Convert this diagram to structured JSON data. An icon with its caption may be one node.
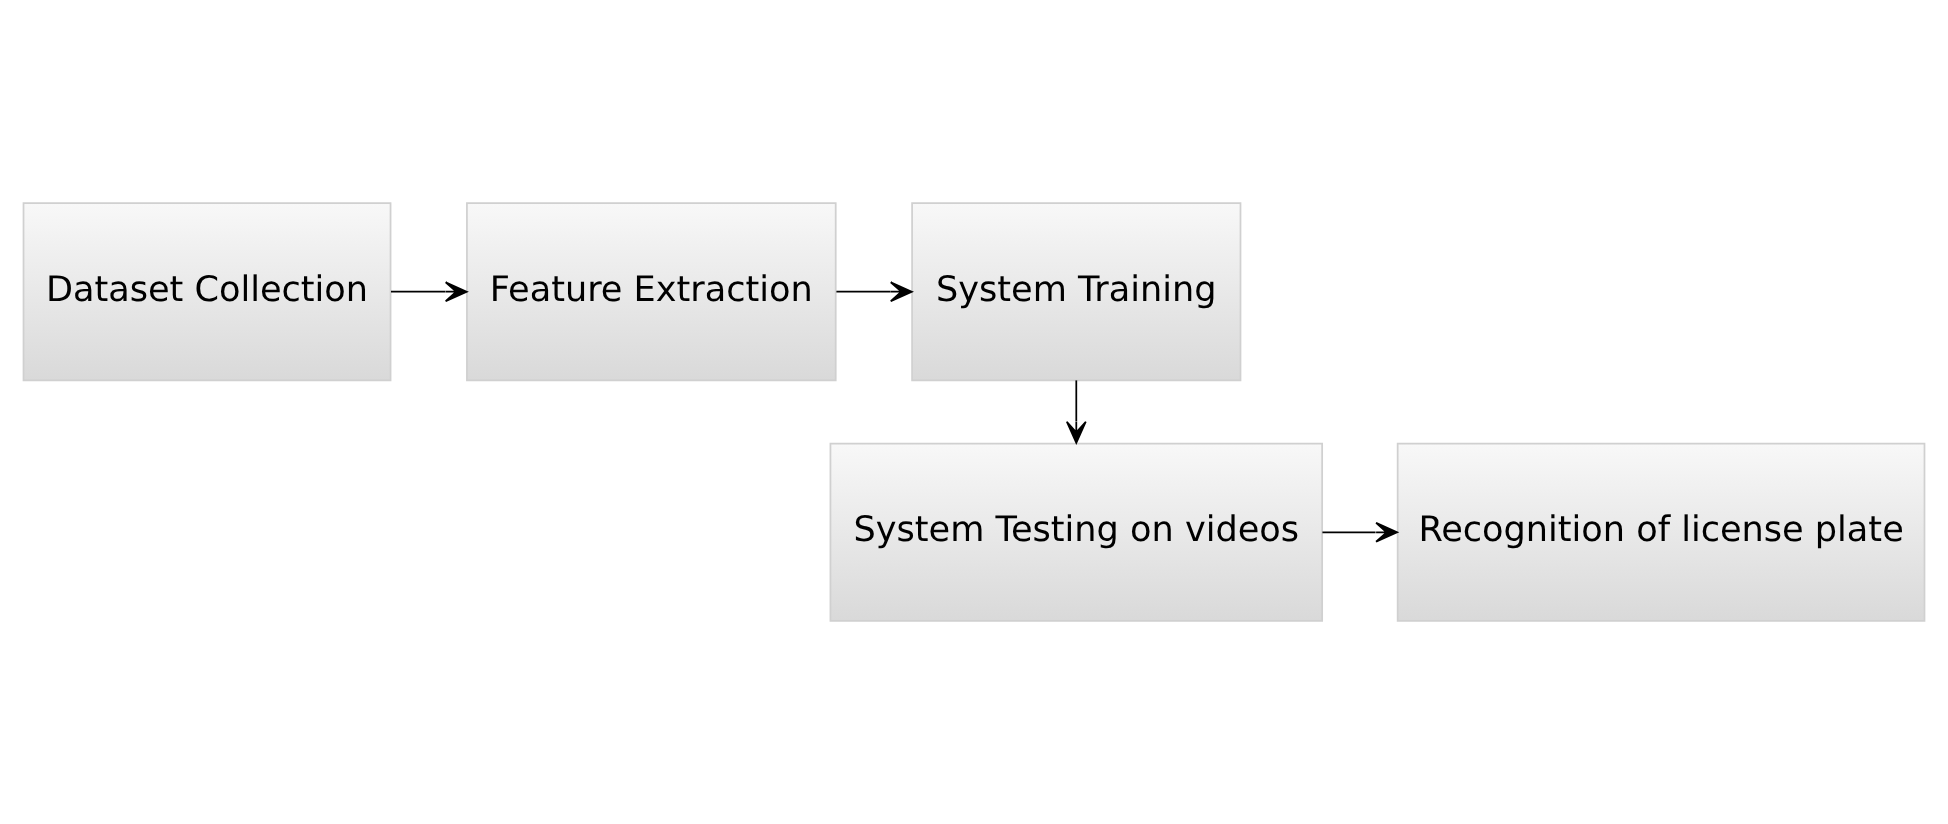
{
  "diagram": {
    "nodes": [
      {
        "text": [
          "Dataset Collection"
        ]
      },
      {
        "text": [
          "Feature Extraction"
        ]
      },
      {
        "text": [
          "System Training"
        ]
      },
      {
        "text": [
          "System Testing on videos"
        ]
      },
      {
        "text": [
          "Recognition of license plate"
        ]
      }
    ],
    "edges": [
      {
        "from": 0,
        "to": 1,
        "arrow": "to"
      },
      {
        "from": 1,
        "to": 2,
        "arrow": "to"
      },
      {
        "from": 2,
        "to": 3,
        "arrow": "to"
      },
      {
        "from": 3,
        "to": 4,
        "arrow": "to"
      }
    ]
  }
}
